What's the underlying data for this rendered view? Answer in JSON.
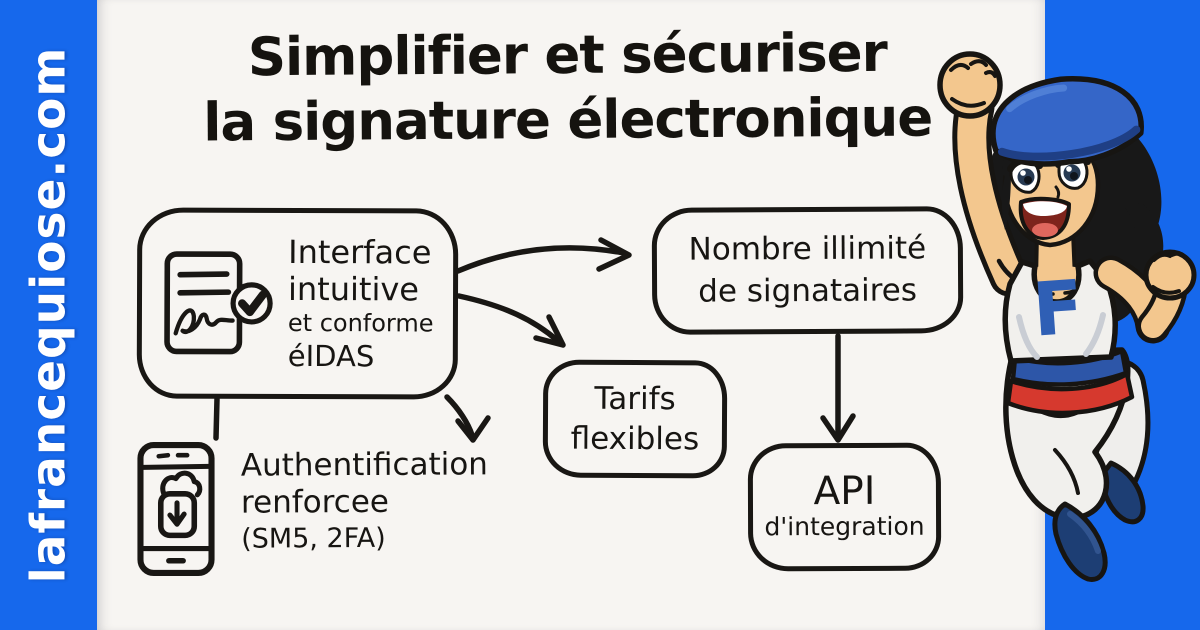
{
  "site": {
    "label": "lafrancequiose.com"
  },
  "title": {
    "line1": "Simplifier et sécuriser",
    "line2": "la signature électronique"
  },
  "features": {
    "interface": {
      "line1": "Interface",
      "line2": "intuitive",
      "line3": "et conforme",
      "line4": "éIDAS",
      "icon": "signed-document-icon"
    },
    "signers": {
      "line1": "Nombre illimité",
      "line2": "de signataires"
    },
    "pricing": {
      "line1": "Tarifs",
      "line2": "flexibles"
    },
    "api": {
      "line1": "API",
      "line2": "d'integration"
    },
    "auth": {
      "line1": "Authentification",
      "line2": "renforcee",
      "line3": "(SM5, 2FA)",
      "icon": "phone-lock-icon"
    }
  },
  "character": {
    "name": "french-superheroine-mascot",
    "letter": "F"
  },
  "colors": {
    "accent_blue": "#1668ec",
    "card_bg": "#f7f5f2",
    "ink": "#191714",
    "flag_blue": "#2d56a8",
    "flag_red": "#d6392e",
    "beret_blue": "#3566c8",
    "boot_navy": "#1d3e74",
    "skin": "#f3c78e"
  }
}
